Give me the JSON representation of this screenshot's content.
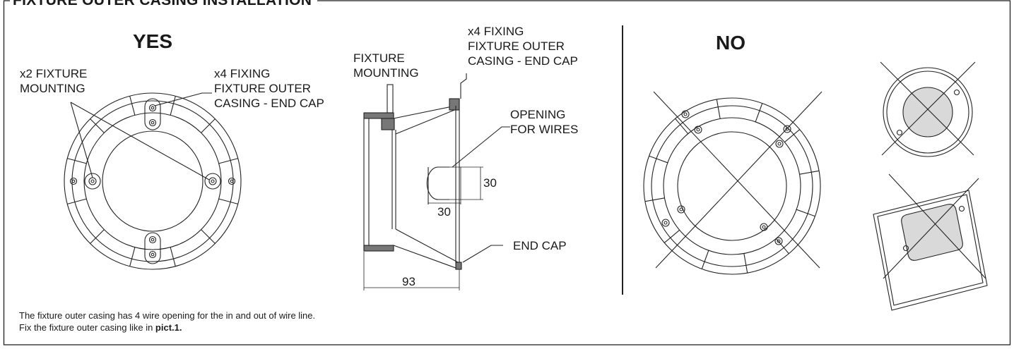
{
  "title": "FIXTURE OUTER CASING INSTALLATION",
  "yes_panel": {
    "heading": "YES",
    "label_mounting": [
      "x2 FIXTURE",
      "MOUNTING"
    ],
    "label_fixing": [
      "x4 FIXING",
      "FIXTURE OUTER",
      "CASING - END CAP"
    ]
  },
  "section_view": {
    "label_mounting": [
      "FIXTURE",
      "MOUNTING"
    ],
    "label_fixing": [
      "x4 FIXING",
      "FIXTURE OUTER",
      "CASING - END CAP"
    ],
    "label_opening": [
      "OPENING",
      "FOR WIRES"
    ],
    "label_end_cap": "END CAP",
    "dim_height": "30",
    "dim_width": "30",
    "dim_depth": "93"
  },
  "no_panel": {
    "heading": "NO"
  },
  "footer": {
    "line1": "The fixture outer casing has 4 wire opening for the in and out of wire line.",
    "line2_prefix": "Fix the fixture outer casing like in ",
    "line2_bold": "pict.1."
  }
}
